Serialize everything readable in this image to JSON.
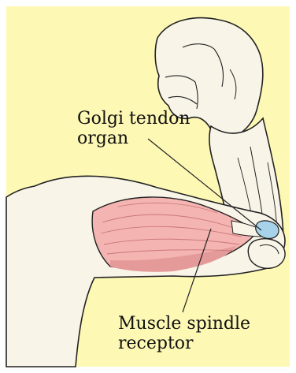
{
  "labels": {
    "golgi": {
      "line1": "Golgi tendon",
      "line2": "organ"
    },
    "spindle": {
      "line1": "Muscle spindle",
      "line2": "receptor"
    }
  },
  "colors": {
    "background": "#fdf8b4",
    "skin": "#f8f5e8",
    "muscle": "#f3b4b2",
    "muscle_dark": "#e59a9a",
    "tendon": "#a7d3ea",
    "outline": "#222222"
  }
}
